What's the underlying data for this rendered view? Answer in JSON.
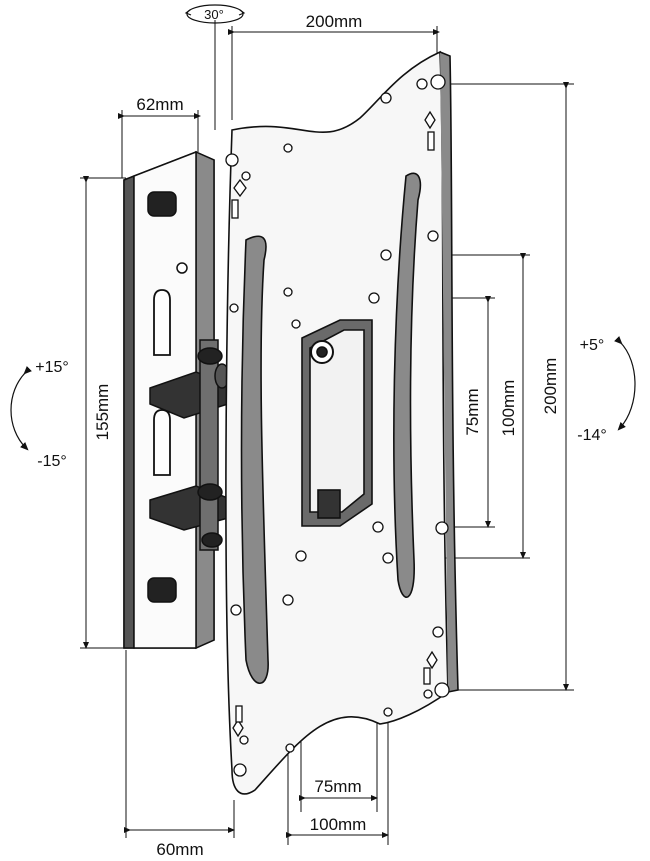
{
  "dimensions": {
    "top_width": "200mm",
    "arm_depth_top": "62mm",
    "wall_plate_height": "155mm",
    "plate_height": "200mm",
    "hole_spacing_100_v": "100mm",
    "hole_spacing_75_v": "75mm",
    "hole_spacing_75_h": "75mm",
    "hole_spacing_100_h": "100mm",
    "depth_bottom": "60mm"
  },
  "angles": {
    "swivel": "30°",
    "tilt_up": "+15°",
    "tilt_down": "-15°",
    "right_up": "+5°",
    "right_down": "-14°"
  },
  "colors": {
    "stroke": "#111111",
    "fill_dark": "#222222",
    "fill_mid": "#8a8a8a",
    "fill_light": "#f4f4f4"
  }
}
